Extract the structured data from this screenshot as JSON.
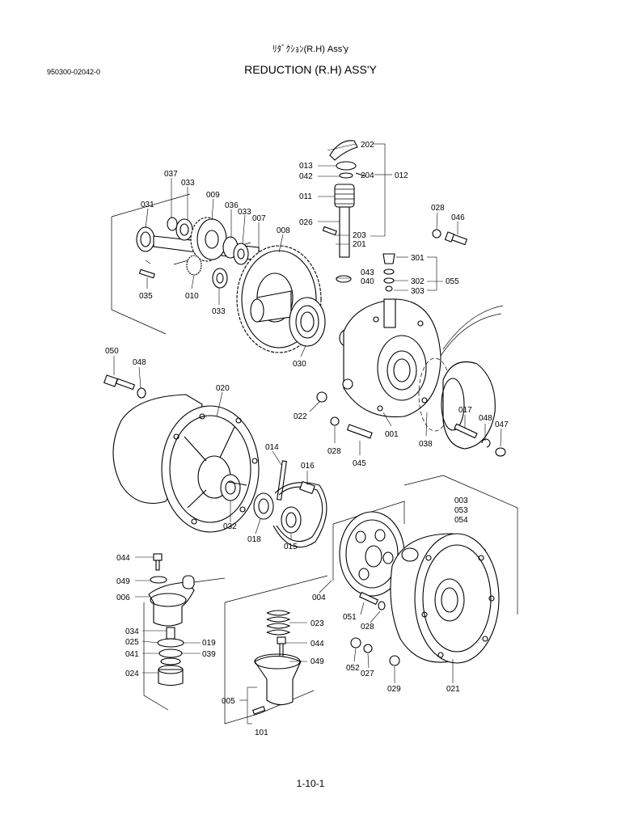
{
  "header": {
    "jp_title": "ﾘﾀﾞｸｼｮﾝ(R.H) Ass'y",
    "title": "REDUCTION (R.H) ASS'Y",
    "doc_number": "950300-02042-0"
  },
  "footer": {
    "page_number": "1-10-1"
  },
  "parts": {
    "p202": "202",
    "p013": "013",
    "p042": "042",
    "p204": "204",
    "p012": "012",
    "p037": "037",
    "p033a": "033",
    "p009": "009",
    "p036": "036",
    "p033b": "033",
    "p007": "007",
    "p008": "008",
    "p031": "031",
    "p011": "011",
    "p026": "026",
    "p203": "203",
    "p201": "201",
    "p028a": "028",
    "p046": "046",
    "p301": "301",
    "p043": "043",
    "p040": "040",
    "p302": "302",
    "p055": "055",
    "p303": "303",
    "p035": "035",
    "p010": "010",
    "p033c": "033",
    "p030": "030",
    "p050": "050",
    "p048a": "048",
    "p020": "020",
    "p022": "022",
    "p001": "001",
    "p038": "038",
    "p017": "017",
    "p048b": "048",
    "p047": "047",
    "p028b": "028",
    "p045": "045",
    "p014": "014",
    "p016": "016",
    "p003": "003",
    "p053": "053",
    "p054": "054",
    "p032": "032",
    "p018": "018",
    "p015": "015",
    "p004": "004",
    "p044a": "044",
    "p049a": "049",
    "p006": "006",
    "p023": "023",
    "p051": "051",
    "p028c": "028",
    "p034": "034",
    "p025": "025",
    "p019": "019",
    "p041": "041",
    "p039": "039",
    "p044b": "044",
    "p024": "024",
    "p049b": "049",
    "p052": "052",
    "p027": "027",
    "p029": "029",
    "p021": "021",
    "p005": "005",
    "p101": "101"
  }
}
